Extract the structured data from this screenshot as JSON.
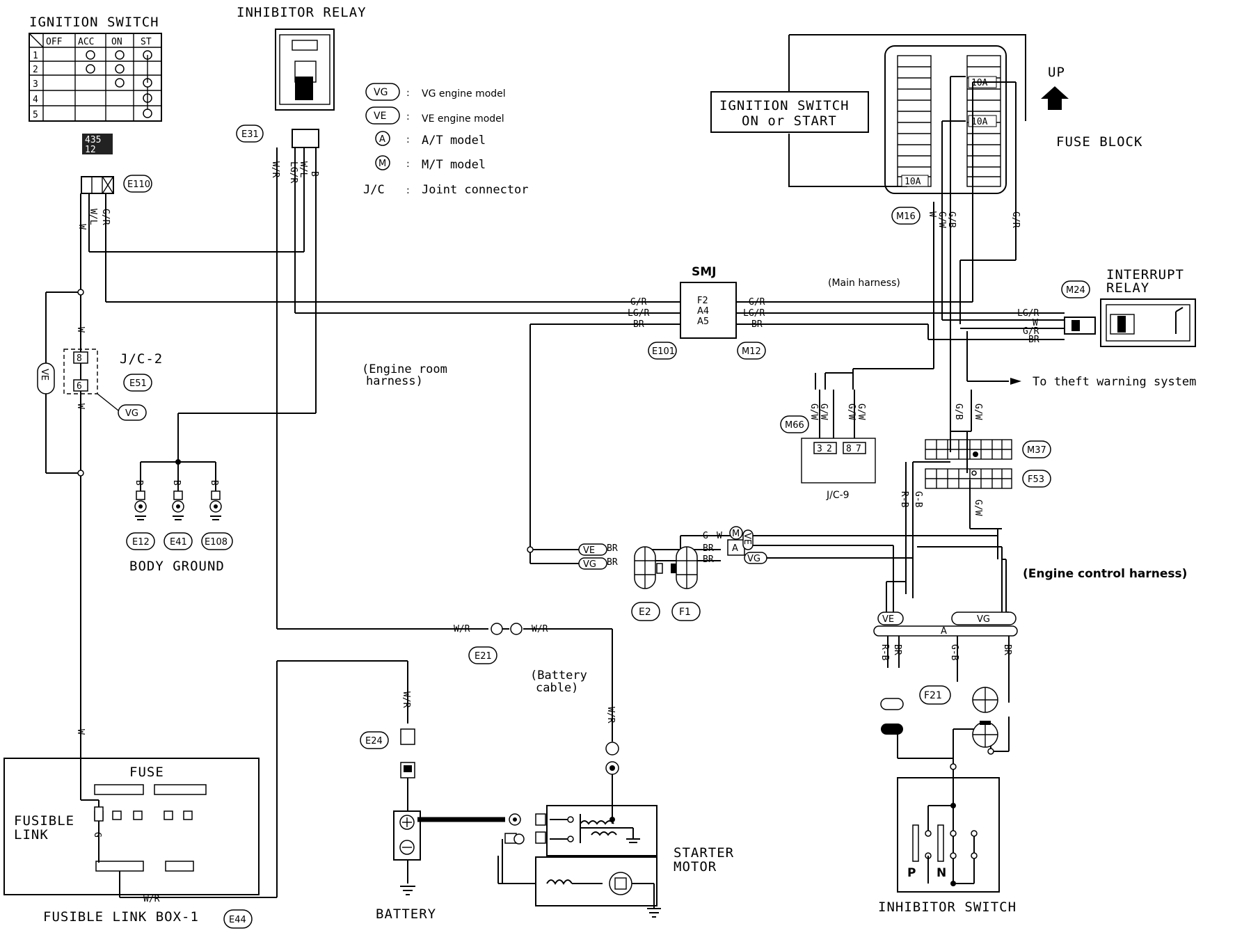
{
  "labels": {
    "ignition_switch": "IGNITION SWITCH",
    "inhibitor_relay": "INHIBITOR RELAY",
    "fuse_block": "FUSE BLOCK",
    "up": "UP",
    "ign_box_line1": "IGNITION SWITCH",
    "ign_box_line2": "ON or START",
    "smj": "SMJ",
    "main_harness": "(Main harness)",
    "interrupt_relay_1": "INTERRUPT",
    "interrupt_relay_2": "RELAY",
    "theft": "To theft warning system",
    "engine_room_1": "(Engine room",
    "engine_room_2": "harness)",
    "jc2": "J/C-2",
    "jc9": "J/C-9",
    "body_ground": "BODY GROUND",
    "engine_control": "(Engine control harness)",
    "battery_cable_1": "(Battery",
    "battery_cable_2": "cable)",
    "fuse": "FUSE",
    "fusible_link_1": "FUSIBLE",
    "fusible_link_2": "LINK",
    "fusible_link_box": "FUSIBLE LINK BOX-1",
    "battery": "BATTERY",
    "starter_1": "STARTER",
    "starter_2": "MOTOR",
    "inhibitor_switch": "INHIBITOR SWITCH",
    "p": "P",
    "n": "N"
  },
  "legend": [
    {
      "code": "VG",
      "sep": ":",
      "text": "VG engine model"
    },
    {
      "code": "VE",
      "sep": ":",
      "text": "VE engine model"
    },
    {
      "code": "A",
      "sep": ":",
      "text": "A/T model"
    },
    {
      "code": "M",
      "sep": ":",
      "text": "M/T model"
    },
    {
      "code": "J/C",
      "sep": ":",
      "text": "Joint connector"
    }
  ],
  "ignition_table": {
    "headers": [
      "OFF",
      "ACC",
      "ON",
      "ST"
    ],
    "rows": [
      "1",
      "2",
      "3",
      "4",
      "5"
    ]
  },
  "connectors": {
    "E110": "E110",
    "E31": "E31",
    "M16": "M16",
    "M24": "M24",
    "E101": "E101",
    "M12": "M12",
    "E51": "E51",
    "M66": "M66",
    "M37": "M37",
    "F53": "F53",
    "E12": "E12",
    "E41": "E41",
    "E108": "E108",
    "E2": "E2",
    "F1": "F1",
    "E21": "E21",
    "E24": "E24",
    "F21": "F21",
    "E44": "E44"
  },
  "smj_pins": [
    "F2",
    "A4",
    "A5"
  ],
  "fuse_amps": [
    "10A",
    "10A",
    "10A"
  ],
  "pins": {
    "e110_top": "435",
    "e110_bot": "12",
    "m66_a": "3",
    "m66_b": "2",
    "m66_c": "8",
    "m66_d": "7",
    "jc2_top": "8",
    "jc2_bot": "6"
  },
  "wires": {
    "GR": "G/R",
    "LGR": "LG/R",
    "BR": "BR",
    "W": "W",
    "WL": "W/L",
    "WR": "W/R",
    "B": "B",
    "GW": "G/W",
    "GB": "G/B",
    "RB": "R-B",
    "G": "G",
    "GB2": "G-B",
    "VE": "VE",
    "VG": "VG",
    "A": "A",
    "M": "M"
  }
}
